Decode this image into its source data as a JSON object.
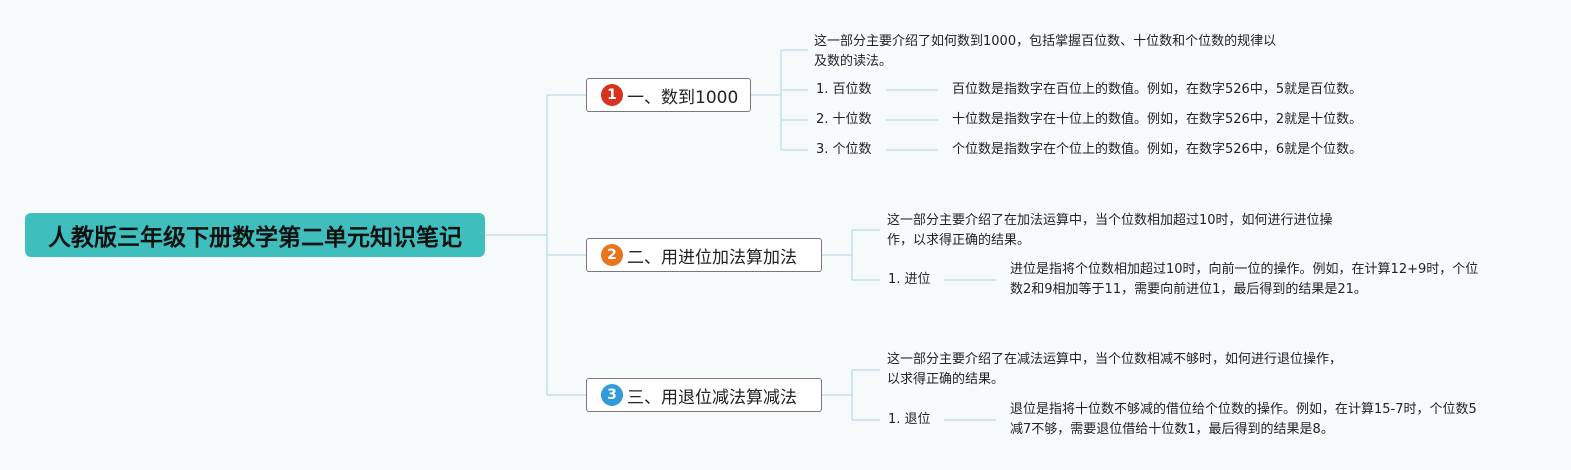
{
  "root": {
    "title": "人教版三年级下册数学第二单元知识笔记"
  },
  "colors": {
    "root": "#3fbebe",
    "badge1": "#d7321f",
    "badge2": "#e8741c",
    "badge3": "#2f9bd8",
    "line": "#b9dde3"
  },
  "branches": [
    {
      "badge": "1",
      "label": "一、数到1000",
      "intro": [
        "这一部分主要介绍了如何数到1000，包括掌握百位数、十位数和个位数的规律以",
        "及数的读法。"
      ],
      "items": [
        {
          "label": "1. 百位数",
          "detail": [
            "百位数是指数字在百位上的数值。例如，在数字526中，5就是百位数。"
          ]
        },
        {
          "label": "2. 十位数",
          "detail": [
            "十位数是指数字在十位上的数值。例如，在数字526中，2就是十位数。"
          ]
        },
        {
          "label": "3. 个位数",
          "detail": [
            "个位数是指数字在个位上的数值。例如，在数字526中，6就是个位数。"
          ]
        }
      ]
    },
    {
      "badge": "2",
      "label": "二、用进位加法算加法",
      "intro": [
        "这一部分主要介绍了在加法运算中，当个位数相加超过10时，如何进行进位操",
        "作，以求得正确的结果。"
      ],
      "items": [
        {
          "label": "1. 进位",
          "detail": [
            "进位是指将个位数相加超过10时，向前一位的操作。例如，在计算12+9时，个位",
            "数2和9相加等于11，需要向前进位1，最后得到的结果是21。"
          ]
        }
      ]
    },
    {
      "badge": "3",
      "label": "三、用退位减法算减法",
      "intro": [
        "这一部分主要介绍了在减法运算中，当个位数相减不够时，如何进行退位操作，",
        "以求得正确的结果。"
      ],
      "items": [
        {
          "label": "1. 退位",
          "detail": [
            "退位是指将十位数不够减的借位给个位数的操作。例如，在计算15-7时，个位数5",
            "减7不够，需要退位借给十位数1，最后得到的结果是8。"
          ]
        }
      ]
    }
  ]
}
